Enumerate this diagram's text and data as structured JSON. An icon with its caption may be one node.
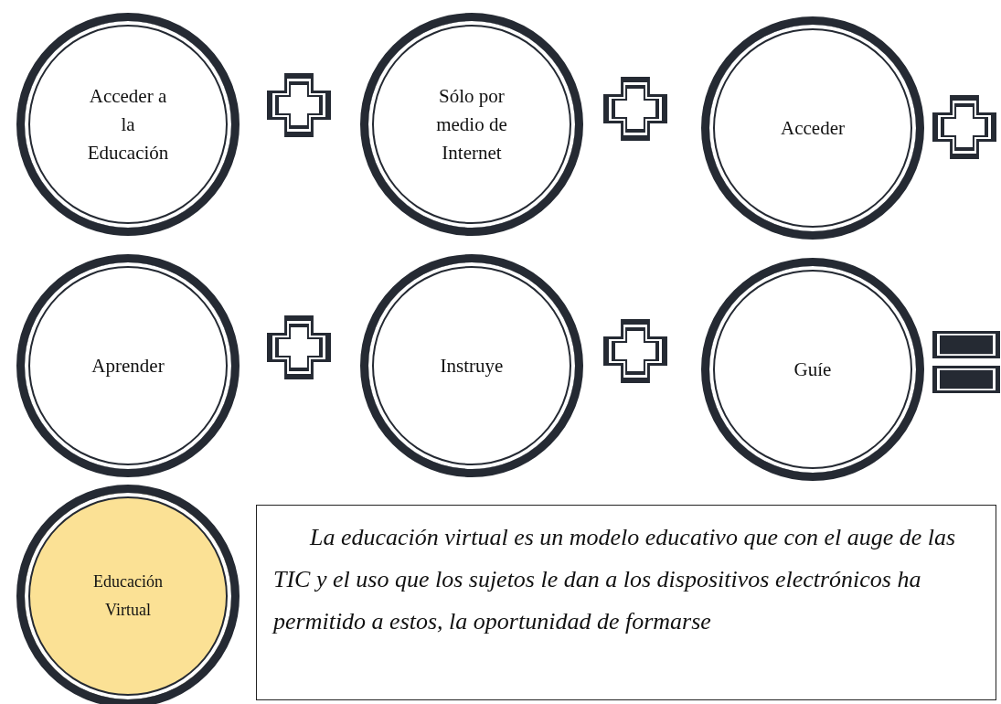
{
  "diagram": {
    "nodes": [
      {
        "text": [
          "Acceder a la Educación"
        ]
      },
      {
        "text": [
          "Sólo por medio de Internet"
        ]
      },
      {
        "text": [
          "Acceder"
        ]
      },
      {
        "text": [
          "Aprender"
        ]
      },
      {
        "text": [
          "Instruye"
        ]
      },
      {
        "text": [
          "Guíe"
        ]
      },
      {
        "text": [
          "Educación Virtual"
        ]
      },
      {
        "text": [
          "La educación virtual es un modelo educativo que con el auge de las TIC y el uso que los sujetos le dan a los dispositivos electrónicos ha permitido a estos, la oportunidad de formarse"
        ]
      }
    ],
    "edges": []
  }
}
